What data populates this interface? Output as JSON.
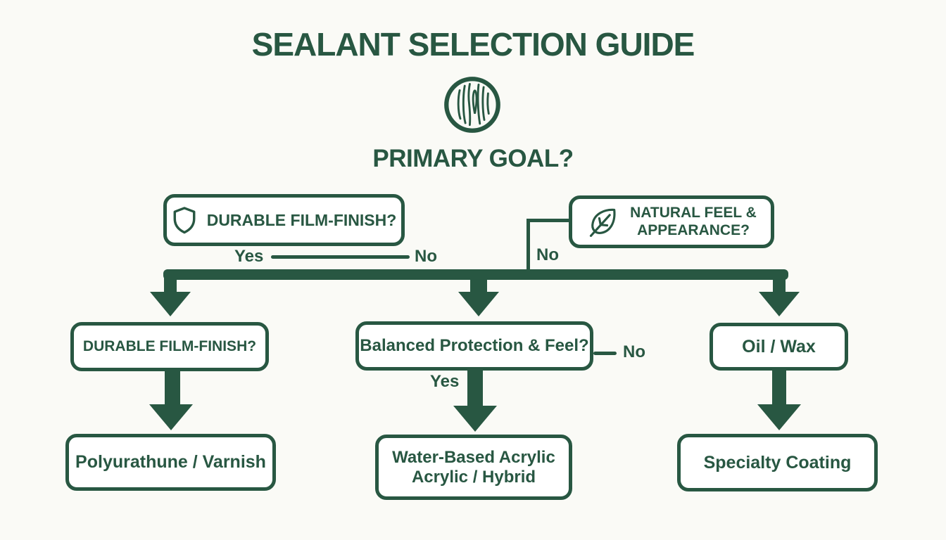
{
  "header": {
    "title": "SEALANT SELECTION GUIDE",
    "subtitle": "PRIMARY GOAL?"
  },
  "colors": {
    "green": "#285742",
    "background": "#fafaf6",
    "box_background": "#ffffff"
  },
  "icons": {
    "wood_grain": "wood-grain-circle-icon",
    "shield": "shield-icon",
    "leaf": "leaf-icon"
  },
  "flow": {
    "root_left": {
      "label": "DURABLE FILM-FINISH?"
    },
    "root_right": {
      "label_line1": "NATURAL FEEL &",
      "label_line2": "APPEARANCE?"
    },
    "mid_left": {
      "label": "DURABLE FILM-FINISH?"
    },
    "mid_center": {
      "label": "Balanced Protection & Feel?"
    },
    "mid_right": {
      "label": "Oil / Wax"
    },
    "leaf_left": {
      "label": "Polyurathune / Varnish"
    },
    "leaf_center": {
      "label_line1": "Water-Based Acrylic",
      "label_line2": "Acrylic / Hybrid"
    },
    "leaf_right": {
      "label": "Specialty Coating"
    }
  },
  "edge_labels": {
    "row1_yes": "Yes",
    "row1_no": "No",
    "row1_right_no": "No",
    "row2_yes": "Yes",
    "row2_no": "No"
  }
}
